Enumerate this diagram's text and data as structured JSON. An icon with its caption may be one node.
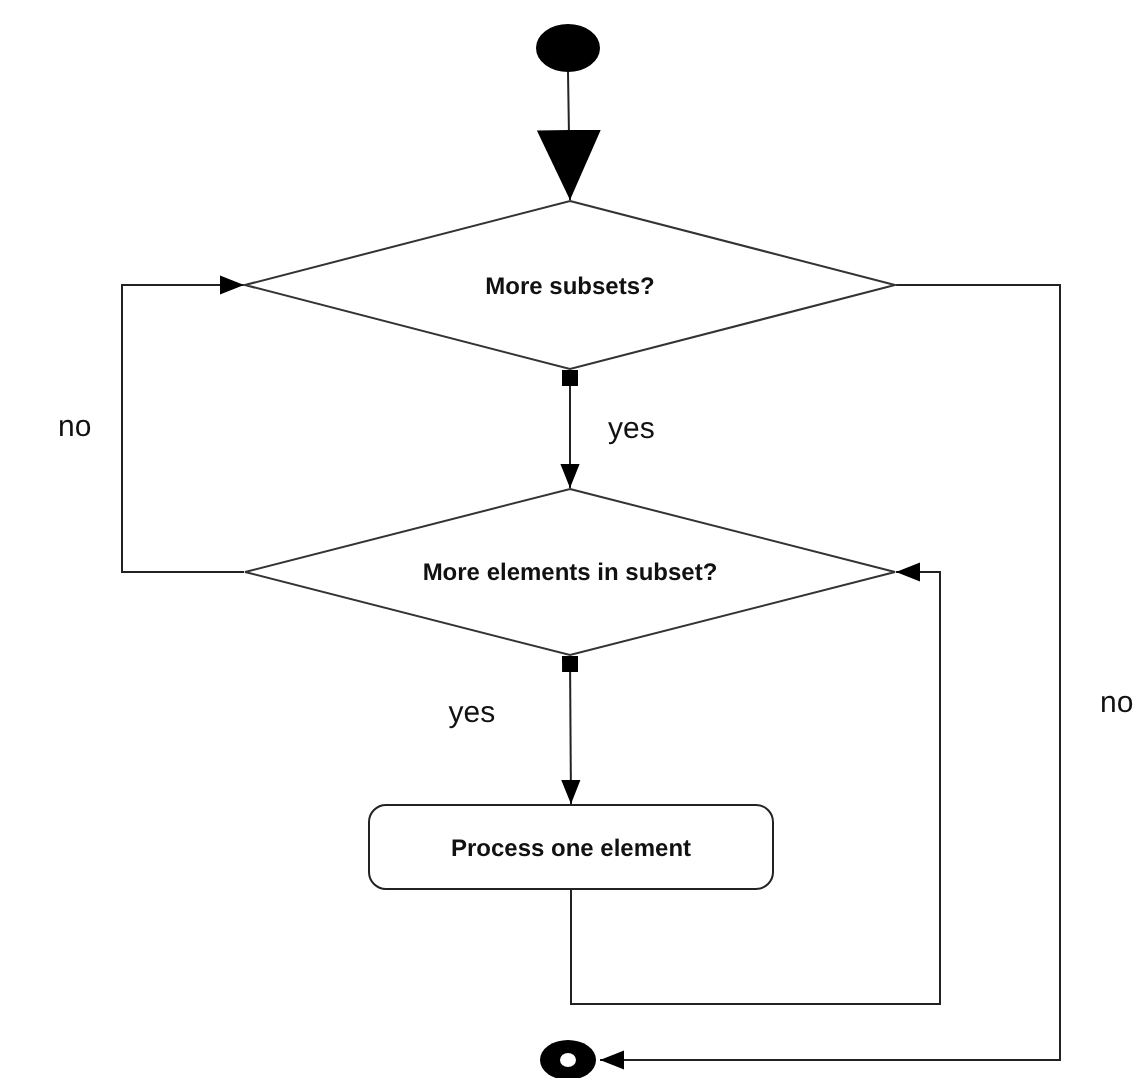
{
  "diagram": {
    "nodes": [
      {
        "text": [],
        "shape": "circle"
      },
      {
        "text": [
          "More subsets?"
        ]
      },
      {
        "text": [
          "More elements in subset?"
        ]
      },
      {
        "text": [
          "Process one element"
        ]
      },
      {
        "text": [],
        "shape": "circle"
      }
    ],
    "edges": [
      {
        "from": 0,
        "to": 1,
        "arrow": "to"
      },
      {
        "from": 1,
        "to": 2,
        "arrow": "to",
        "label": "yes"
      },
      {
        "from": 2,
        "to": 3,
        "arrow": "to",
        "label": "yes"
      },
      {
        "from": 3,
        "to": 2,
        "arrow": "to"
      },
      {
        "from": 2,
        "to": 1,
        "arrow": "to",
        "label": "no"
      },
      {
        "from": 1,
        "to": 4,
        "arrow": "to",
        "label": "no"
      }
    ]
  }
}
